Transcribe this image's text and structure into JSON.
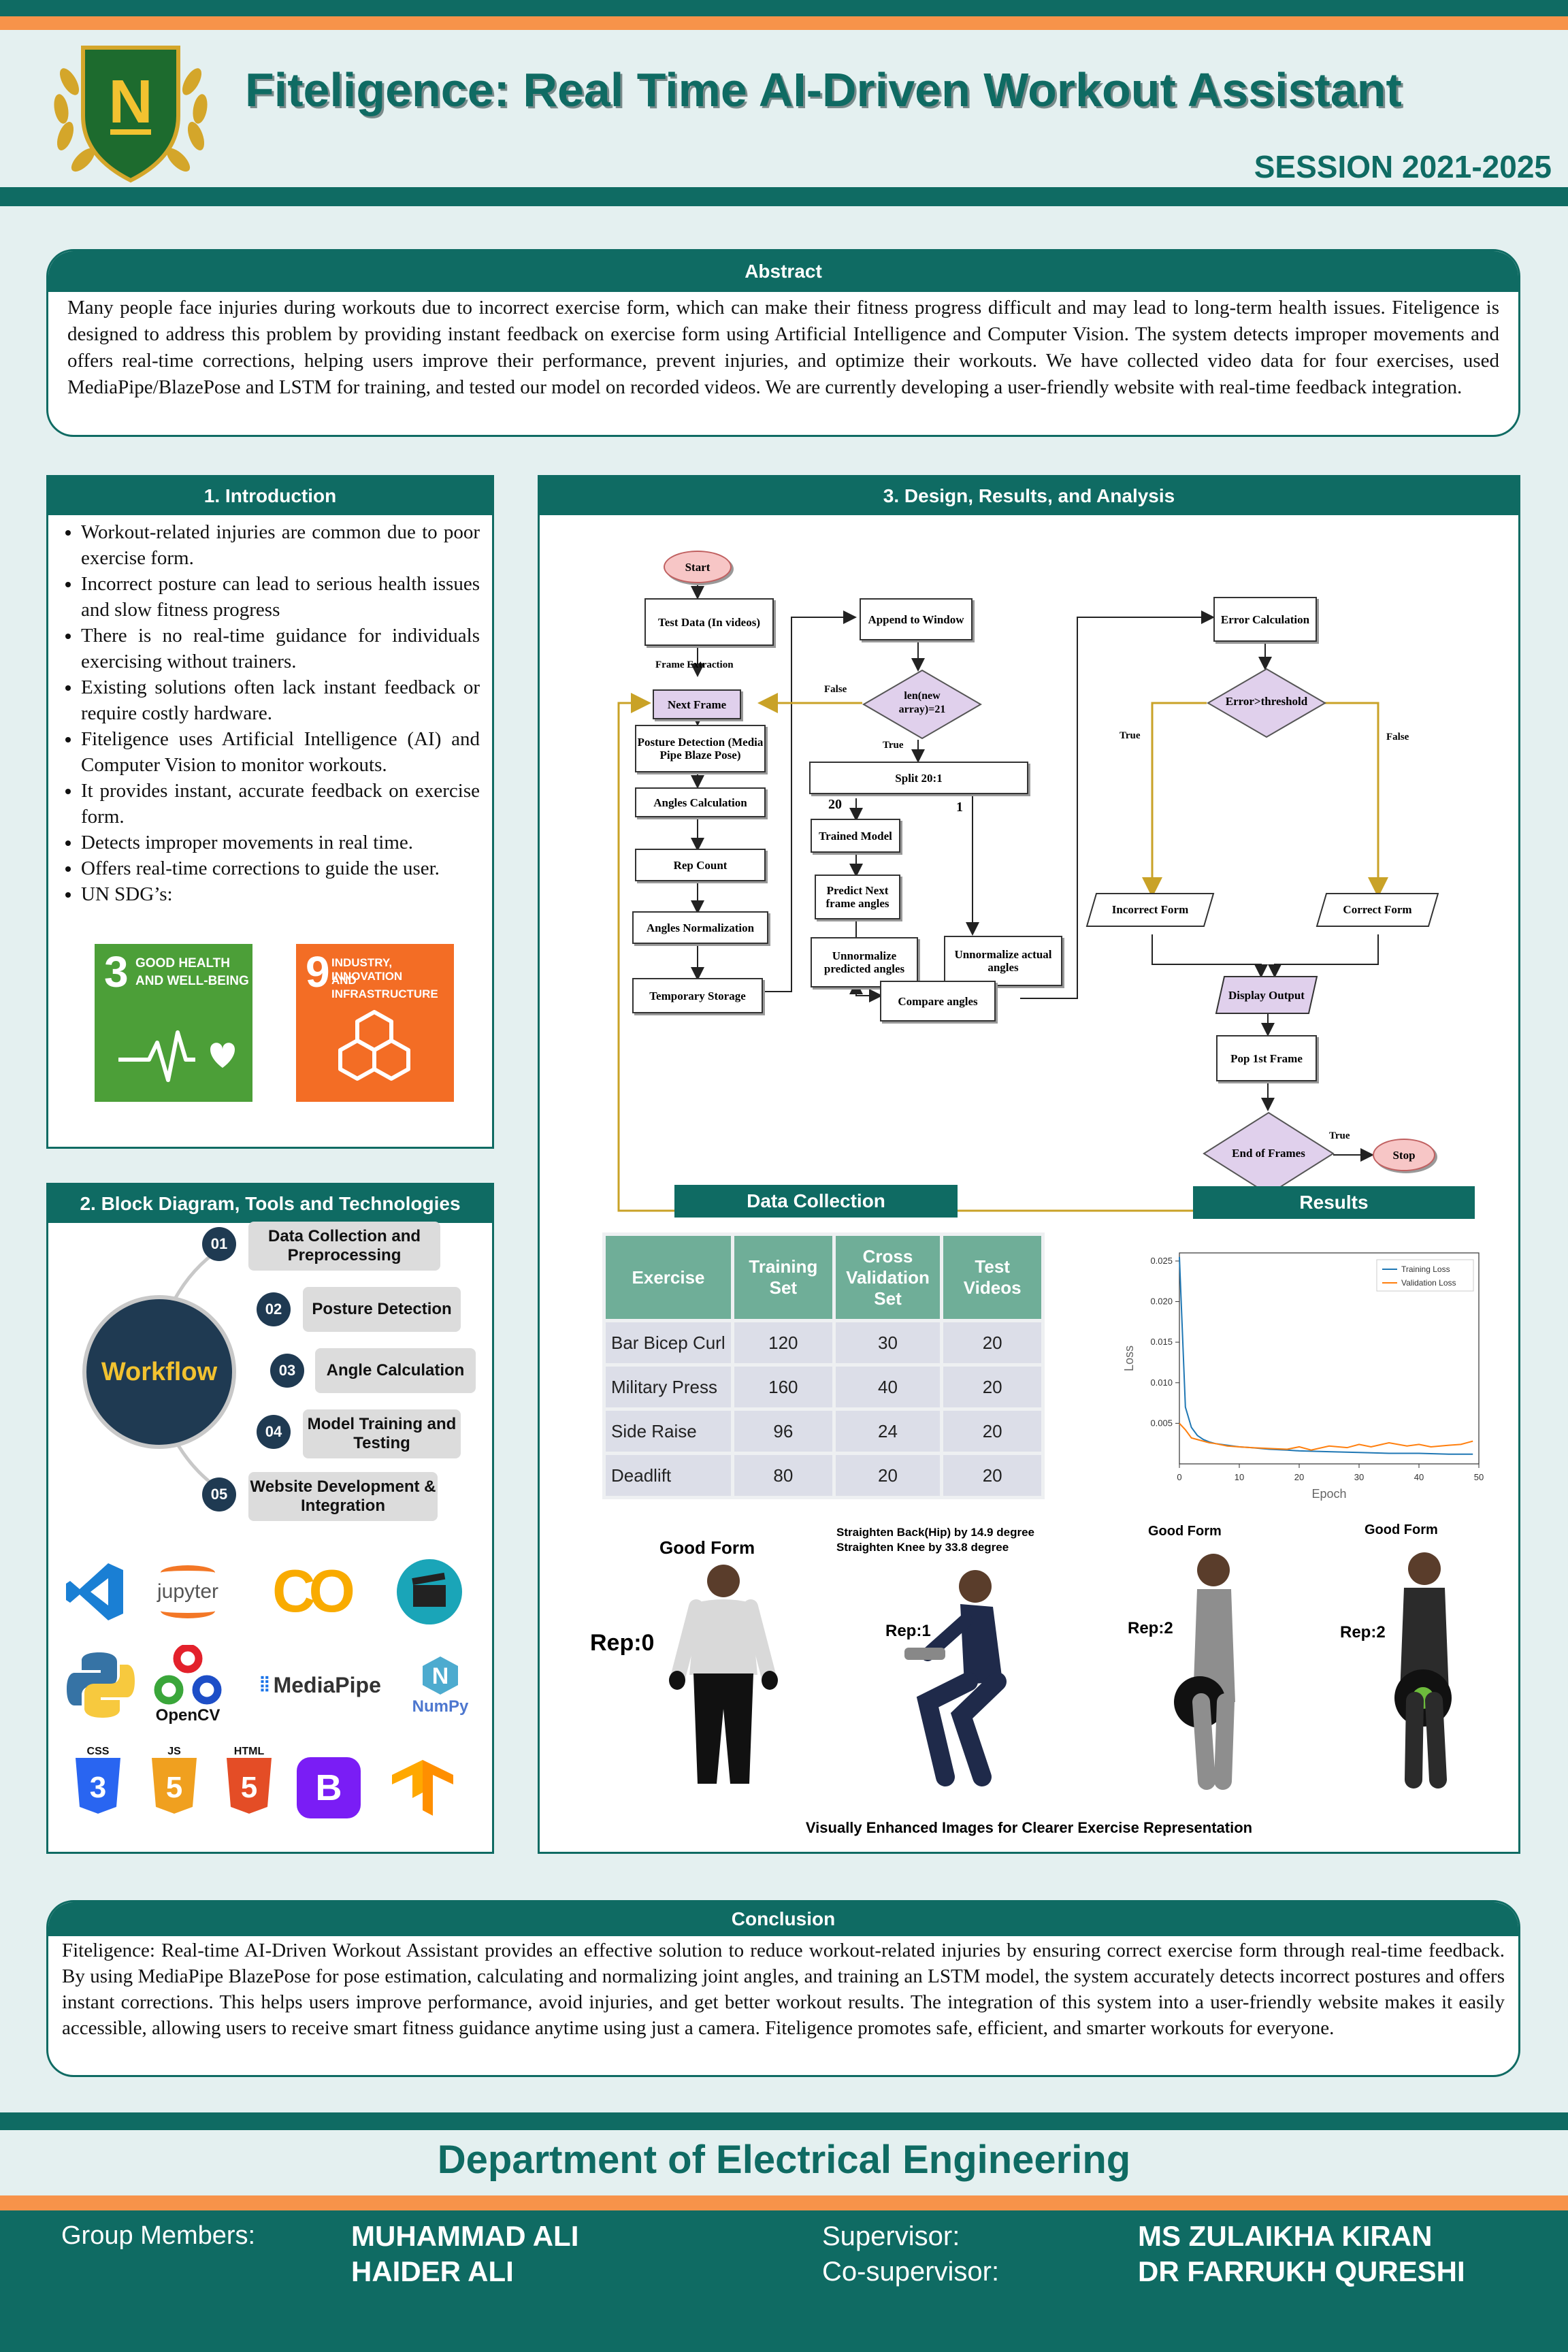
{
  "header": {
    "title": "Fiteligence: Real Time AI-Driven Workout Assistant",
    "session": "SESSION 2021-2025",
    "logo_letter": "N"
  },
  "abstract": {
    "title": "Abstract",
    "text": "Many people face injuries during workouts due to incorrect exercise form, which can make their fitness progress difficult and may lead to long-term health issues. Fiteligence is designed to address this problem by providing instant feedback on exercise form using Artificial Intelligence and Computer Vision. The system detects improper movements and offers real-time corrections, helping users improve their performance, prevent injuries, and optimize their workouts. We have collected video data for four exercises, used MediaPipe/BlazePose and LSTM for training, and tested our model on recorded videos. We are currently developing a user-friendly website with real-time feedback integration."
  },
  "intro": {
    "title": "1. Introduction",
    "bullets": [
      "Workout-related injuries are common due to poor exercise form.",
      "Incorrect posture can lead to serious health issues and slow fitness progress",
      "There is no real-time guidance for individuals exercising without trainers.",
      "Existing solutions often lack instant feedback or require costly hardware.",
      "Fiteligence uses Artificial Intelligence (AI) and Computer Vision to monitor workouts.",
      "It provides instant, accurate feedback on exercise form.",
      "Detects improper movements in real time.",
      "Offers real-time corrections to guide the user.",
      "UN SDG’s:"
    ],
    "sdg3": {
      "num": "3",
      "line1": "GOOD HEALTH",
      "line2": "AND WELL-BEING",
      "color": "#4c9f38"
    },
    "sdg9": {
      "num": "9",
      "line1": "INDUSTRY, INNOVATION",
      "line2": "AND INFRASTRUCTURE",
      "color": "#f36d25"
    }
  },
  "block": {
    "title": "2. Block Diagram, Tools and Technologies",
    "center": "Workflow",
    "steps": [
      {
        "num": "01",
        "label": "Data Collection and Preprocessing"
      },
      {
        "num": "02",
        "label": "Posture Detection"
      },
      {
        "num": "03",
        "label": "Angle Calculation"
      },
      {
        "num": "04",
        "label": "Model Training and Testing"
      },
      {
        "num": "05",
        "label": "Website Development & Integration"
      }
    ],
    "tools": {
      "jupyter": "jupyter",
      "colab": "CO",
      "opencv": "OpenCV",
      "mediapipe": "MediaPipe",
      "numpy": "NumPy",
      "css": "CSS",
      "js": "JS",
      "html": "HTML",
      "bootstrap": "B"
    }
  },
  "design": {
    "title": "3. Design, Results, and Analysis",
    "flow": {
      "start": "Start",
      "test_data": "Test Data (In videos)",
      "frame_extraction": "Frame Extraction",
      "next_frame": "Next Frame",
      "posture": "Posture Detection (Media Pipe Blaze Pose)",
      "angles_calc": "Angles Calculation",
      "rep_count": "Rep Count",
      "angles_norm": "Angles Normalization",
      "temp_storage": "Temporary Storage",
      "append": "Append to Window",
      "len_check": "len(new array)=21",
      "false": "False",
      "true": "True",
      "split": "Split 20:1",
      "n20": "20",
      "n1": "1",
      "trained": "Trained Model",
      "predict": "Predict Next frame angles",
      "unnorm_pred": "Unnormalize predicted angles",
      "unnorm_act": "Unnormalize actual angles",
      "compare": "Compare angles",
      "error_calc": "Error Calculation",
      "threshold": "Error>threshold",
      "incorrect": "Incorrect Form",
      "correct": "Correct Form",
      "display": "Display Output",
      "pop": "Pop 1st Frame",
      "end": "End of Frames",
      "stop": "Stop"
    },
    "data_collection": {
      "title": "Data Collection",
      "headers": [
        "Exercise",
        "Training Set",
        "Cross Validation Set",
        "Test Videos"
      ],
      "rows": [
        [
          "Bar Bicep Curl",
          "120",
          "30",
          "20"
        ],
        [
          "Military Press",
          "160",
          "40",
          "20"
        ],
        [
          "Side Raise",
          "96",
          "24",
          "20"
        ],
        [
          "Deadlift",
          "80",
          "20",
          "20"
        ]
      ]
    },
    "results_title": "Results",
    "poses": {
      "p1_title": "Good Form",
      "p1_rep": "Rep:0",
      "p2_title": "Straighten Back(Hip) by 14.9 degree\nStraighten Knee by 33.8 degree",
      "p2_rep": "Rep:1",
      "p3_title": "Good Form",
      "p3_rep": "Rep:2",
      "p4_title": "Good Form",
      "p4_rep": "Rep:2",
      "caption": "Visually Enhanced Images for Clearer Exercise Representation"
    }
  },
  "chart_data": {
    "type": "line",
    "title": "",
    "xlabel": "Epoch",
    "ylabel": "Loss",
    "xlim": [
      0,
      50
    ],
    "ylim": [
      0,
      0.026
    ],
    "xticks": [
      0,
      10,
      20,
      30,
      40,
      50
    ],
    "yticks": [
      0.005,
      0.01,
      0.015,
      0.02,
      0.025
    ],
    "legend": "top-right",
    "grid": false,
    "series": [
      {
        "name": "Training Loss",
        "color": "#1f77b4",
        "x": [
          0,
          1,
          2,
          3,
          4,
          5,
          6,
          8,
          10,
          12,
          15,
          18,
          20,
          25,
          30,
          35,
          40,
          45,
          49
        ],
        "y": [
          0.0255,
          0.007,
          0.0045,
          0.0035,
          0.003,
          0.0027,
          0.0025,
          0.0023,
          0.0021,
          0.002,
          0.0018,
          0.0017,
          0.0016,
          0.0015,
          0.0014,
          0.0013,
          0.0013,
          0.0012,
          0.0012
        ]
      },
      {
        "name": "Validation Loss",
        "color": "#ff7f0e",
        "x": [
          0,
          1,
          2,
          3,
          4,
          5,
          6,
          8,
          10,
          12,
          15,
          18,
          20,
          22,
          25,
          28,
          30,
          32,
          35,
          38,
          40,
          42,
          45,
          47,
          49
        ],
        "y": [
          0.005,
          0.0042,
          0.0032,
          0.003,
          0.0028,
          0.0026,
          0.0025,
          0.0022,
          0.0021,
          0.002,
          0.0019,
          0.0018,
          0.0021,
          0.0017,
          0.0022,
          0.002,
          0.0024,
          0.0021,
          0.0026,
          0.0022,
          0.0024,
          0.0021,
          0.0023,
          0.0024,
          0.0028
        ]
      }
    ]
  },
  "conclusion": {
    "title": "Conclusion",
    "text": "Fiteligence: Real-time AI-Driven Workout Assistant provides an effective solution to reduce workout-related injuries by ensuring correct exercise form through real-time feedback. By using MediaPipe BlazePose for pose estimation, calculating and normalizing joint angles, and training an LSTM model, the system accurately detects incorrect postures and offers instant corrections. This helps users improve performance, avoid injuries, and get better workout results. The integration of this system into a user-friendly website makes it easily accessible, allowing users to receive smart fitness guidance anytime using just a camera. Fiteligence promotes safe, efficient, and smarter workouts for everyone."
  },
  "footer": {
    "department": "Department of Electrical Engineering",
    "members_label": "Group Members:",
    "member1": "MUHAMMAD ALI",
    "member2": "HAIDER ALI",
    "supervisor_label": "Supervisor:",
    "supervisor": "MS ZULAIKHA KIRAN",
    "cosupervisor_label": "Co-supervisor:",
    "cosupervisor": "DR FARRUKH QURESHI"
  },
  "colors": {
    "teal": "#0f6b63",
    "orange": "#f7934a",
    "bg": "#e4f0f0",
    "flow_purple": "#e0d0ec",
    "start_pink": "#f7c6c6",
    "gold": "#c9a227"
  }
}
